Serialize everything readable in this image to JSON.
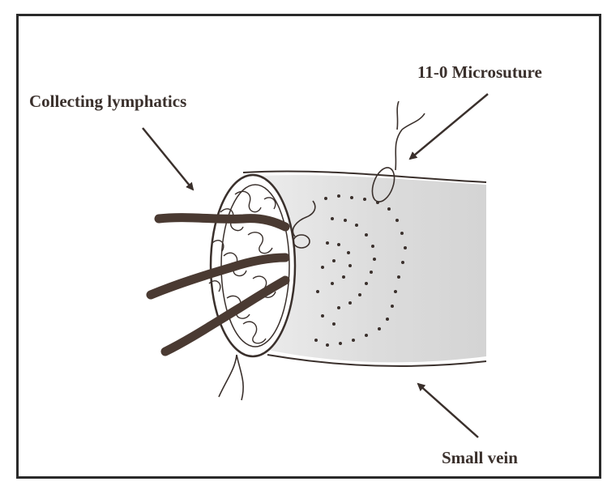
{
  "labels": {
    "collecting_lymphatics": "Collecting lymphatics",
    "microsuture": "11-0 Microsuture",
    "small_vein": "Small vein"
  },
  "colors": {
    "frame": "#2a2a2a",
    "ink": "#3a302c",
    "lymphatic_vessel": "#4a3a32",
    "vein_shading": "#d9d9d9"
  }
}
